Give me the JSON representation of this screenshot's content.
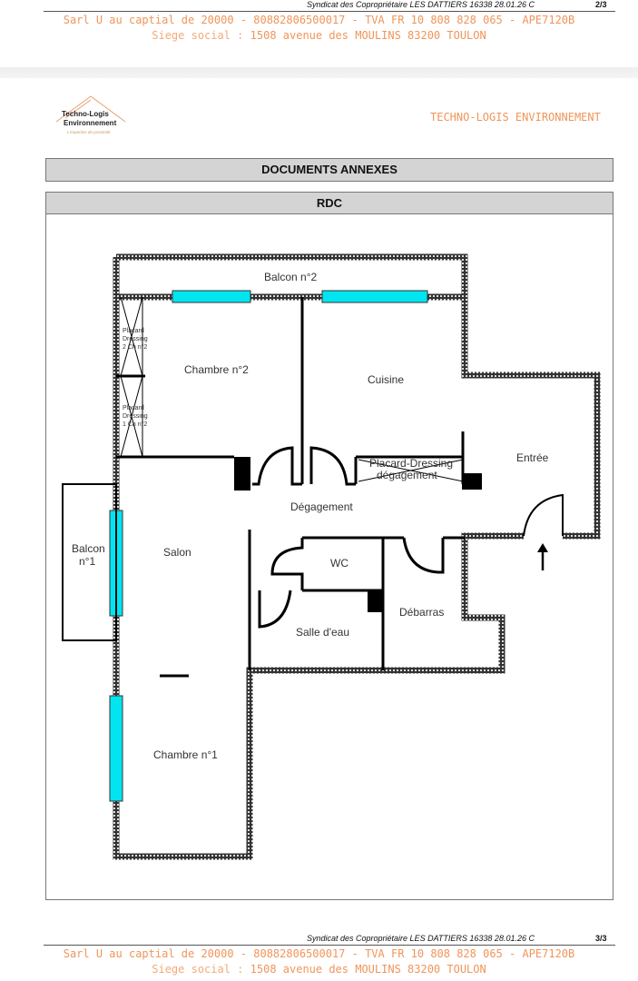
{
  "top_footer": {
    "syndicat": "Syndicat des Copropriétaire LES DATTIERS 16338 28.01.26 C",
    "page": "2/3",
    "company_line": "Sarl U au captial de 20000  - 80882806500017  - TVA FR 10 808 828 065  - APE7120B",
    "siege_label": "Siege social :",
    "siege_address": "1508 avenue des MOULINS 83200 TOULON"
  },
  "header": {
    "logo_text": "Techno-Logis Environnement",
    "logo_tagline": "L'expertise de proximité",
    "company_name": "TECHNO-LOGIS ENVIRONNEMENT"
  },
  "section_title": "DOCUMENTS ANNEXES",
  "plan_title": "RDC",
  "rooms": {
    "balcon2": "Balcon n°2",
    "chambre2": "Chambre n°2",
    "cuisine": "Cuisine",
    "placard2": [
      "Placard",
      "Dressing",
      "2 Ch n°2"
    ],
    "placard1": [
      "Placard",
      "Dressing",
      "1 Ch n°2"
    ],
    "placard_deg": [
      "Placard-Dressing",
      "dégagement"
    ],
    "entree": "Entrée",
    "degagement": "Dégagement",
    "balcon1": [
      "Balcon",
      "n°1"
    ],
    "salon": "Salon",
    "wc": "WC",
    "salle_eau": "Salle d'eau",
    "debarras": "Débarras",
    "chambre1": "Chambre n°1"
  },
  "bottom_footer": {
    "syndicat": "Syndicat des Copropriétaire LES DATTIERS 16338 28.01.26 C",
    "page": "3/3",
    "company_line": "Sarl U au captial de 20000  - 80882806500017  - TVA FR 10 808 828 065  - APE7120B",
    "siege_label": "Siege social :",
    "siege_address": "1508 avenue des MOULINS 83200 TOULON"
  }
}
